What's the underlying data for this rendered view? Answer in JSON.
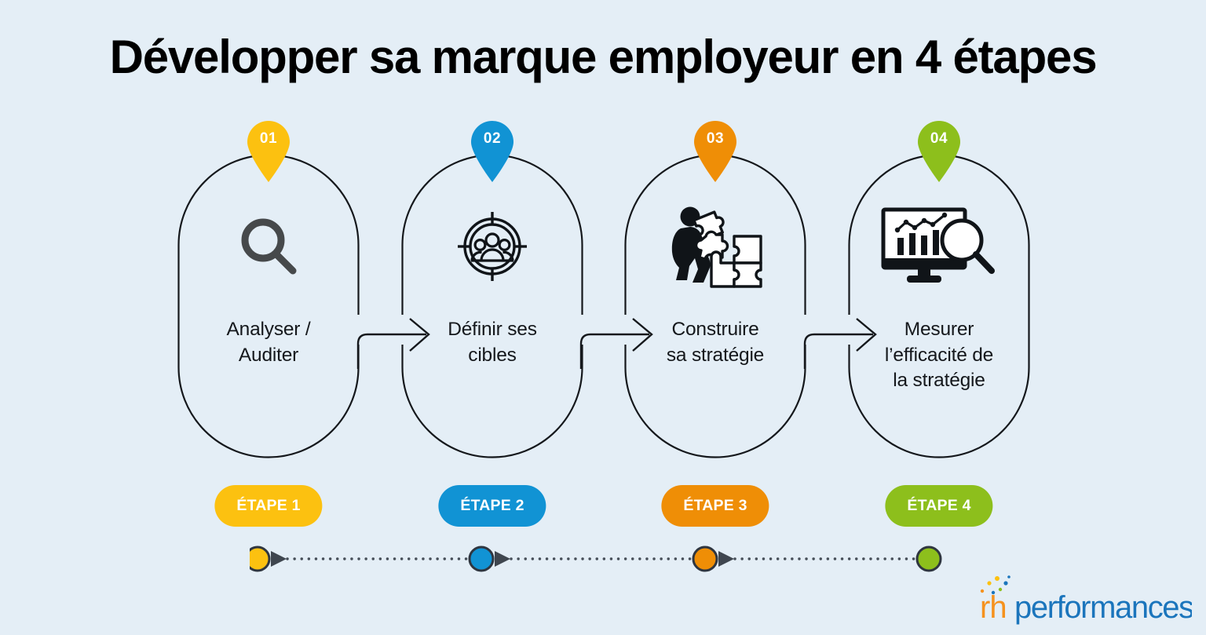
{
  "page": {
    "title": "Développer sa marque employeur en 4 étapes",
    "background_color": "#e4eef6",
    "outline_color": "#15181c",
    "icon_color": "#16191c"
  },
  "steps": [
    {
      "pin_number": "01",
      "color": "#fcc110",
      "label": "Analyser /\nAuditer",
      "label_line1": "Analyser /",
      "label_line2": "Auditer",
      "icon": "magnifier-icon",
      "badge": "ÉTAPE 1"
    },
    {
      "pin_number": "02",
      "color": "#1193d4",
      "label": "Définir ses\ncibles",
      "label_line1": "Définir ses",
      "label_line2": "cibles",
      "icon": "target-audience-icon",
      "badge": "ÉTAPE 2"
    },
    {
      "pin_number": "03",
      "color": "#ef8e06",
      "label": "Construire\nsa stratégie",
      "label_line1": "Construire",
      "label_line2": "sa stratégie",
      "icon": "person-puzzle-icon",
      "badge": "ÉTAPE 3"
    },
    {
      "pin_number": "04",
      "color": "#8dbf1c",
      "label": "Mesurer\nl’efficacité de\nla stratégie",
      "label_line1": "Mesurer",
      "label_line2": "l’efficacité de",
      "label_line3": "la stratégie",
      "icon": "monitor-analytics-magnifier-icon",
      "badge": "ÉTAPE 4"
    }
  ],
  "timeline": {
    "dot_colors": [
      "#fcc110",
      "#1193d4",
      "#ef8e06",
      "#8dbf1c"
    ],
    "dot_stroke": "#2f3640",
    "connector_color": "#454d57",
    "connector_style": "dotted",
    "arrow_count": 3
  },
  "logo": {
    "text_primary": "rh",
    "text_secondary": "performances",
    "primary_color": "#f5921e",
    "secondary_color": "#1b75bc",
    "dot_colors": [
      "#f5921e",
      "#fcc110",
      "#1b75bc",
      "#8dbf1c"
    ]
  }
}
